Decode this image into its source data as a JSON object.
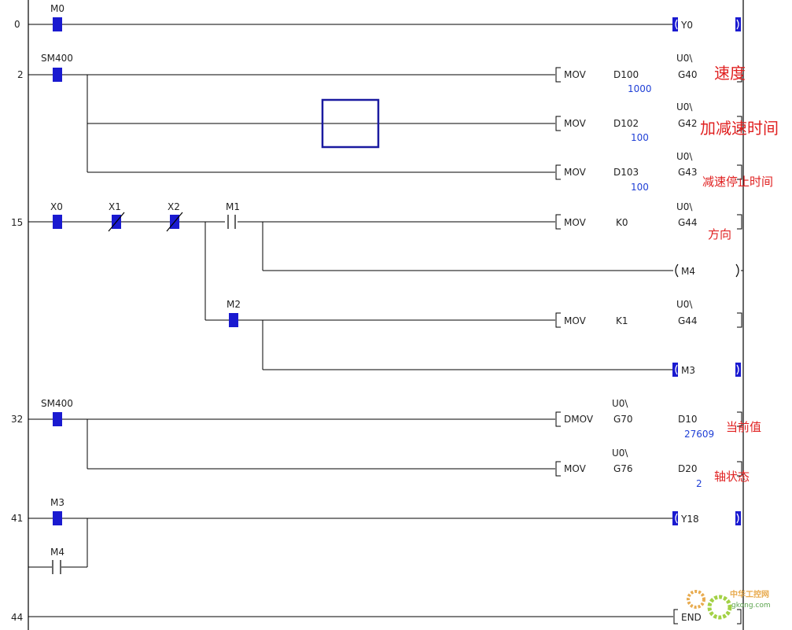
{
  "steps": [
    "0",
    "2",
    "15",
    "32",
    "41",
    "44"
  ],
  "contacts": {
    "m0": "M0",
    "sm400_a": "SM400",
    "x0": "X0",
    "x1": "X1",
    "x2": "X2",
    "m1": "M1",
    "m2": "M2",
    "sm400_b": "SM400",
    "m3": "M3",
    "m4": "M4"
  },
  "coils": {
    "y0": "Y0",
    "m4": "M4",
    "m3": "M3",
    "y18": "Y18",
    "end": "END"
  },
  "instructions": [
    {
      "op": "MOV",
      "src": "D100",
      "dst_prefix": "U0\\",
      "dst": "G40",
      "value": "1000"
    },
    {
      "op": "MOV",
      "src": "D102",
      "dst_prefix": "U0\\",
      "dst": "G42",
      "value": "100"
    },
    {
      "op": "MOV",
      "src": "D103",
      "dst_prefix": "U0\\",
      "dst": "G43",
      "value": "100"
    },
    {
      "op": "MOV",
      "src": "K0",
      "dst_prefix": "U0\\",
      "dst": "G44"
    },
    {
      "op": "MOV",
      "src": "K1",
      "dst_prefix": "U0\\",
      "dst": "G44"
    },
    {
      "op": "DMOV",
      "src_prefix": "U0\\",
      "src": "G70",
      "dst": "D10",
      "value": "27609"
    },
    {
      "op": "MOV",
      "src_prefix": "U0\\",
      "src": "G76",
      "dst": "D20",
      "value": "2"
    }
  ],
  "annotations": {
    "speed": "速度",
    "accel_decel_time": "加减速时间",
    "decel_stop_time": "减速停止时间",
    "direction": "方向",
    "current_value": "当前值",
    "axis_status": "轴状态"
  },
  "watermark": {
    "line1": "中华工控网",
    "line2": "gkong.com"
  },
  "colors": {
    "wire": "#000000",
    "contact_fill": "#1a1ad0",
    "value_text": "#1f3fd6",
    "annotation": "#e02020",
    "cursor": "#1a1aa0"
  }
}
